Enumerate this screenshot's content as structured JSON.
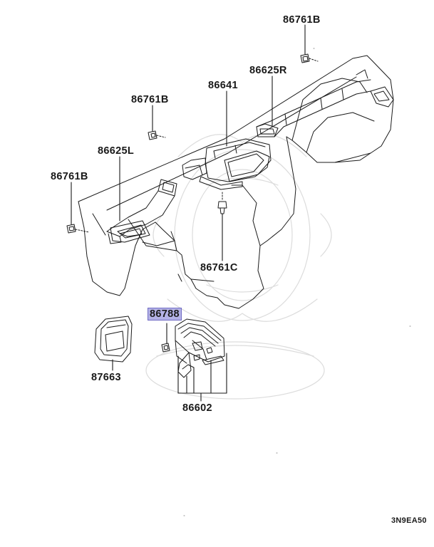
{
  "labels": {
    "bolt_right_top": "86761B",
    "duct_right": "86625R",
    "center_vent": "86641",
    "bolt_left_upper": "86761B",
    "duct_left": "86625L",
    "bolt_left_lower": "86761B",
    "clip_center": "86761C",
    "screw_box": "86788",
    "cover": "87663",
    "heater_box": "86602"
  },
  "diagram_code": "3N9EA50",
  "colors": {
    "highlight_fill": "#b4b2e6",
    "highlight_border": "#6f6bc4",
    "line": "#1a1a1a",
    "watermark": "#dcdcdc"
  }
}
